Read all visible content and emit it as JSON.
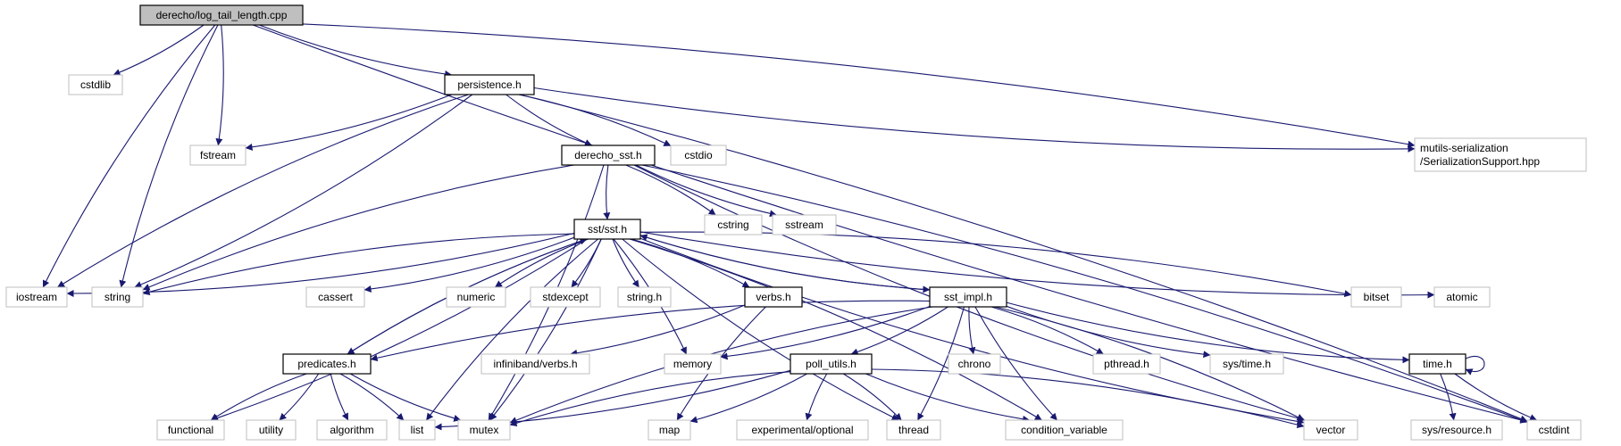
{
  "diagram": {
    "edge_color": "#191970",
    "nodes": [
      {
        "id": "root",
        "lines": [
          "derecho/log_tail_length.cpp"
        ],
        "kind": "root"
      },
      {
        "id": "cstdlib",
        "lines": [
          "cstdlib"
        ],
        "kind": "ext"
      },
      {
        "id": "persistence",
        "lines": [
          "persistence.h"
        ],
        "kind": "int"
      },
      {
        "id": "fstream",
        "lines": [
          "fstream"
        ],
        "kind": "ext"
      },
      {
        "id": "cstdio",
        "lines": [
          "cstdio"
        ],
        "kind": "ext"
      },
      {
        "id": "mutils",
        "lines": [
          "mutils-serialization",
          "/SerializationSupport.hpp"
        ],
        "kind": "ext"
      },
      {
        "id": "derecho_sst",
        "lines": [
          "derecho_sst.h"
        ],
        "kind": "int"
      },
      {
        "id": "cstring",
        "lines": [
          "cstring"
        ],
        "kind": "ext"
      },
      {
        "id": "sstream",
        "lines": [
          "sstream"
        ],
        "kind": "ext"
      },
      {
        "id": "sst",
        "lines": [
          "sst/sst.h"
        ],
        "kind": "int"
      },
      {
        "id": "iostream",
        "lines": [
          "iostream"
        ],
        "kind": "ext"
      },
      {
        "id": "string",
        "lines": [
          "string"
        ],
        "kind": "ext"
      },
      {
        "id": "cassert",
        "lines": [
          "cassert"
        ],
        "kind": "ext"
      },
      {
        "id": "numeric",
        "lines": [
          "numeric"
        ],
        "kind": "ext"
      },
      {
        "id": "stdexcept",
        "lines": [
          "stdexcept"
        ],
        "kind": "ext"
      },
      {
        "id": "string_h",
        "lines": [
          "string.h"
        ],
        "kind": "ext"
      },
      {
        "id": "verbs",
        "lines": [
          "verbs.h"
        ],
        "kind": "int"
      },
      {
        "id": "sst_impl",
        "lines": [
          "sst_impl.h"
        ],
        "kind": "int"
      },
      {
        "id": "bitset",
        "lines": [
          "bitset"
        ],
        "kind": "ext"
      },
      {
        "id": "atomic",
        "lines": [
          "atomic"
        ],
        "kind": "ext"
      },
      {
        "id": "predicates",
        "lines": [
          "predicates.h"
        ],
        "kind": "int"
      },
      {
        "id": "infiniband",
        "lines": [
          "infiniband/verbs.h"
        ],
        "kind": "ext"
      },
      {
        "id": "memory",
        "lines": [
          "memory"
        ],
        "kind": "ext"
      },
      {
        "id": "poll_utils",
        "lines": [
          "poll_utils.h"
        ],
        "kind": "int"
      },
      {
        "id": "chrono",
        "lines": [
          "chrono"
        ],
        "kind": "ext"
      },
      {
        "id": "pthread",
        "lines": [
          "pthread.h"
        ],
        "kind": "ext"
      },
      {
        "id": "systime",
        "lines": [
          "sys/time.h"
        ],
        "kind": "ext"
      },
      {
        "id": "time_h",
        "lines": [
          "time.h"
        ],
        "kind": "int"
      },
      {
        "id": "functional",
        "lines": [
          "functional"
        ],
        "kind": "ext"
      },
      {
        "id": "utility",
        "lines": [
          "utility"
        ],
        "kind": "ext"
      },
      {
        "id": "algorithm",
        "lines": [
          "algorithm"
        ],
        "kind": "ext"
      },
      {
        "id": "list",
        "lines": [
          "list"
        ],
        "kind": "ext"
      },
      {
        "id": "mutex",
        "lines": [
          "mutex"
        ],
        "kind": "ext"
      },
      {
        "id": "map",
        "lines": [
          "map"
        ],
        "kind": "ext"
      },
      {
        "id": "experimental",
        "lines": [
          "experimental/optional"
        ],
        "kind": "ext"
      },
      {
        "id": "thread",
        "lines": [
          "thread"
        ],
        "kind": "ext"
      },
      {
        "id": "condvar",
        "lines": [
          "condition_variable"
        ],
        "kind": "ext"
      },
      {
        "id": "vector",
        "lines": [
          "vector"
        ],
        "kind": "ext"
      },
      {
        "id": "sysresource",
        "lines": [
          "sys/resource.h"
        ],
        "kind": "ext"
      },
      {
        "id": "cstdint",
        "lines": [
          "cstdint"
        ],
        "kind": "ext"
      }
    ],
    "edges": [
      [
        "root",
        "iostream"
      ],
      [
        "root",
        "cstdlib"
      ],
      [
        "root",
        "string"
      ],
      [
        "root",
        "fstream"
      ],
      [
        "root",
        "persistence"
      ],
      [
        "root",
        "mutils"
      ],
      [
        "root",
        "cstdint"
      ],
      [
        "persistence",
        "fstream"
      ],
      [
        "persistence",
        "iostream"
      ],
      [
        "persistence",
        "string"
      ],
      [
        "persistence",
        "derecho_sst"
      ],
      [
        "persistence",
        "cstdio"
      ],
      [
        "persistence",
        "mutils"
      ],
      [
        "persistence",
        "cstdint"
      ],
      [
        "derecho_sst",
        "string"
      ],
      [
        "derecho_sst",
        "mutex"
      ],
      [
        "derecho_sst",
        "sst"
      ],
      [
        "derecho_sst",
        "cstring"
      ],
      [
        "derecho_sst",
        "sstream"
      ],
      [
        "derecho_sst",
        "cstdint"
      ],
      [
        "derecho_sst",
        "vector"
      ],
      [
        "sst",
        "iostream"
      ],
      [
        "sst",
        "string"
      ],
      [
        "sst",
        "cassert"
      ],
      [
        "sst",
        "numeric"
      ],
      [
        "sst",
        "stdexcept"
      ],
      [
        "sst",
        "string_h"
      ],
      [
        "sst",
        "verbs"
      ],
      [
        "sst",
        "sst_impl"
      ],
      [
        "sst",
        "bitset"
      ],
      [
        "sst",
        "atomic"
      ],
      [
        "sst",
        "functional"
      ],
      [
        "sst",
        "list"
      ],
      [
        "sst",
        "mutex"
      ],
      [
        "sst",
        "predicates"
      ],
      [
        "sst",
        "memory"
      ],
      [
        "sst",
        "thread"
      ],
      [
        "sst",
        "condvar"
      ],
      [
        "sst",
        "vector"
      ],
      [
        "verbs",
        "infiniband"
      ],
      [
        "verbs",
        "map"
      ],
      [
        "sst_impl",
        "sst"
      ],
      [
        "sst_impl",
        "predicates"
      ],
      [
        "sst_impl",
        "memory"
      ],
      [
        "sst_impl",
        "mutex"
      ],
      [
        "sst_impl",
        "poll_utils"
      ],
      [
        "sst_impl",
        "chrono"
      ],
      [
        "sst_impl",
        "pthread"
      ],
      [
        "sst_impl",
        "systime"
      ],
      [
        "sst_impl",
        "thread"
      ],
      [
        "sst_impl",
        "condvar"
      ],
      [
        "sst_impl",
        "vector"
      ],
      [
        "sst_impl",
        "time_h"
      ],
      [
        "predicates",
        "sst"
      ],
      [
        "predicates",
        "functional"
      ],
      [
        "predicates",
        "utility"
      ],
      [
        "predicates",
        "algorithm"
      ],
      [
        "predicates",
        "list"
      ],
      [
        "predicates",
        "mutex"
      ],
      [
        "poll_utils",
        "list"
      ],
      [
        "poll_utils",
        "mutex"
      ],
      [
        "poll_utils",
        "map"
      ],
      [
        "poll_utils",
        "experimental"
      ],
      [
        "poll_utils",
        "thread"
      ],
      [
        "poll_utils",
        "condvar"
      ],
      [
        "poll_utils",
        "vector"
      ],
      [
        "time_h",
        "time_h"
      ],
      [
        "time_h",
        "sysresource"
      ],
      [
        "time_h",
        "cstdint"
      ]
    ]
  }
}
